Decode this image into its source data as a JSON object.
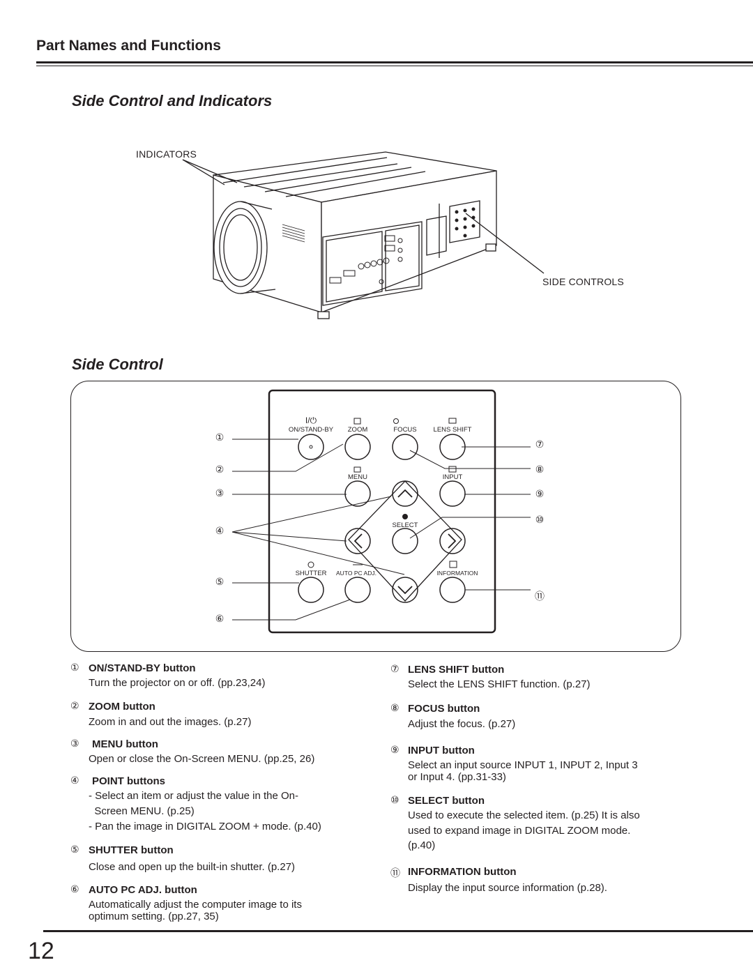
{
  "header": {
    "title": "Part Names and Functions"
  },
  "section1": {
    "title": "Side Control and Indicators"
  },
  "figure": {
    "indicators_label": "INDICATORS",
    "side_controls_label": "SIDE CONTROLS"
  },
  "section2": {
    "title": "Side Control"
  },
  "panel": {
    "buttons": {
      "on_standby": "ON/STAND-BY",
      "on_standby_symbol": "I/⏻",
      "zoom": "ZOOM",
      "focus": "FOCUS",
      "lens_shift": "LENS SHIFT",
      "menu": "MENU",
      "input": "INPUT",
      "select": "SELECT",
      "shutter": "SHUTTER",
      "auto_pc": "AUTO PC ADJ.",
      "information": "INFORMATION"
    },
    "callouts": [
      "①",
      "②",
      "③",
      "④",
      "⑤",
      "⑥",
      "⑦",
      "⑧",
      "⑨",
      "⑩",
      "⑪"
    ]
  },
  "items": [
    {
      "num": "①",
      "title": "ON/STAND-BY button",
      "lines": [
        "Turn the projector on or off.  (pp.23,24)"
      ]
    },
    {
      "num": "②",
      "title": "ZOOM button",
      "lines": [
        "Zoom in and out the images.   (p.27)"
      ]
    },
    {
      "num": "③",
      "title": "MENU button",
      "lines": [
        "Open or close the On-Screen MENU. (pp.25, 26)"
      ]
    },
    {
      "num": "④",
      "title": "POINT buttons",
      "lines": [
        "- Select an item or adjust the value in  the On-",
        "  Screen MENU. (p.25)",
        "- Pan the image in DIGITAL ZOOM + mode. (p.40)"
      ]
    },
    {
      "num": "⑤",
      "title": "SHUTTER button",
      "lines": [
        "Close and open up the built-in shutter. (p.27)"
      ]
    },
    {
      "num": "⑥",
      "title": "AUTO PC ADJ. button",
      "lines": [
        "Automatically adjust the computer image to its",
        "optimum setting. (pp.27, 35)"
      ]
    },
    {
      "num": "⑦",
      "title": "LENS SHIFT button",
      "lines": [
        "Select the LENS SHIFT function. (p.27)"
      ]
    },
    {
      "num": "⑧",
      "title": "FOCUS button",
      "lines": [
        "Adjust the focus.  (p.27)"
      ]
    },
    {
      "num": "⑨",
      "title": "INPUT button",
      "lines": [
        "Select an input source INPUT 1, INPUT 2, Input 3",
        "or Input 4. (pp.31-33)"
      ]
    },
    {
      "num": "⑩",
      "title": "SELECT button",
      "lines": [
        "Used to execute the selected item. (p.25) It is also",
        "used to expand image in DIGITAL ZOOM mode.",
        "(p.40)"
      ]
    },
    {
      "num": "⑪",
      "title": "INFORMATION button",
      "lines": [
        "Display the input source information (p.28)."
      ]
    }
  ],
  "footer": {
    "page_number": "12"
  }
}
